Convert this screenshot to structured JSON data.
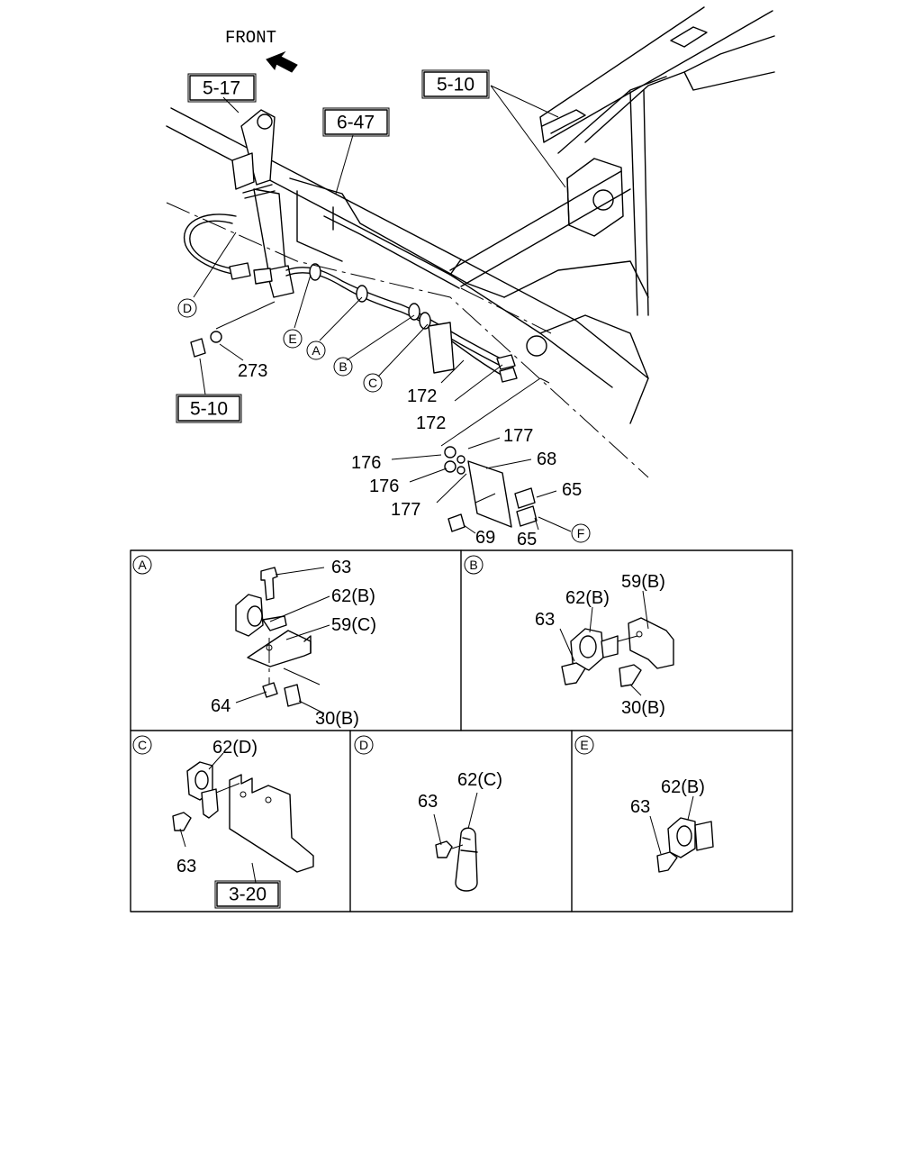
{
  "direction": {
    "label": "FRONT"
  },
  "ref_boxes": [
    "5-17",
    "6-47",
    "5-10",
    "5-10",
    "3-20"
  ],
  "callouts": {
    "main": [
      "D",
      "E",
      "A",
      "B",
      "C",
      "F"
    ],
    "panel_headers": [
      "A",
      "B",
      "C",
      "D",
      "E"
    ]
  },
  "part_numbers": {
    "main": [
      "273",
      "172",
      "172",
      "177",
      "176",
      "68",
      "176",
      "65",
      "177",
      "65",
      "69"
    ],
    "panel_a": [
      "63",
      "62(B)",
      "59(C)",
      "64",
      "30(B)"
    ],
    "panel_b": [
      "59(B)",
      "62(B)",
      "63",
      "30(B)"
    ],
    "panel_c": [
      "62(D)",
      "63"
    ],
    "panel_d": [
      "62(C)",
      "63"
    ],
    "panel_e": [
      "62(B)",
      "63"
    ]
  }
}
